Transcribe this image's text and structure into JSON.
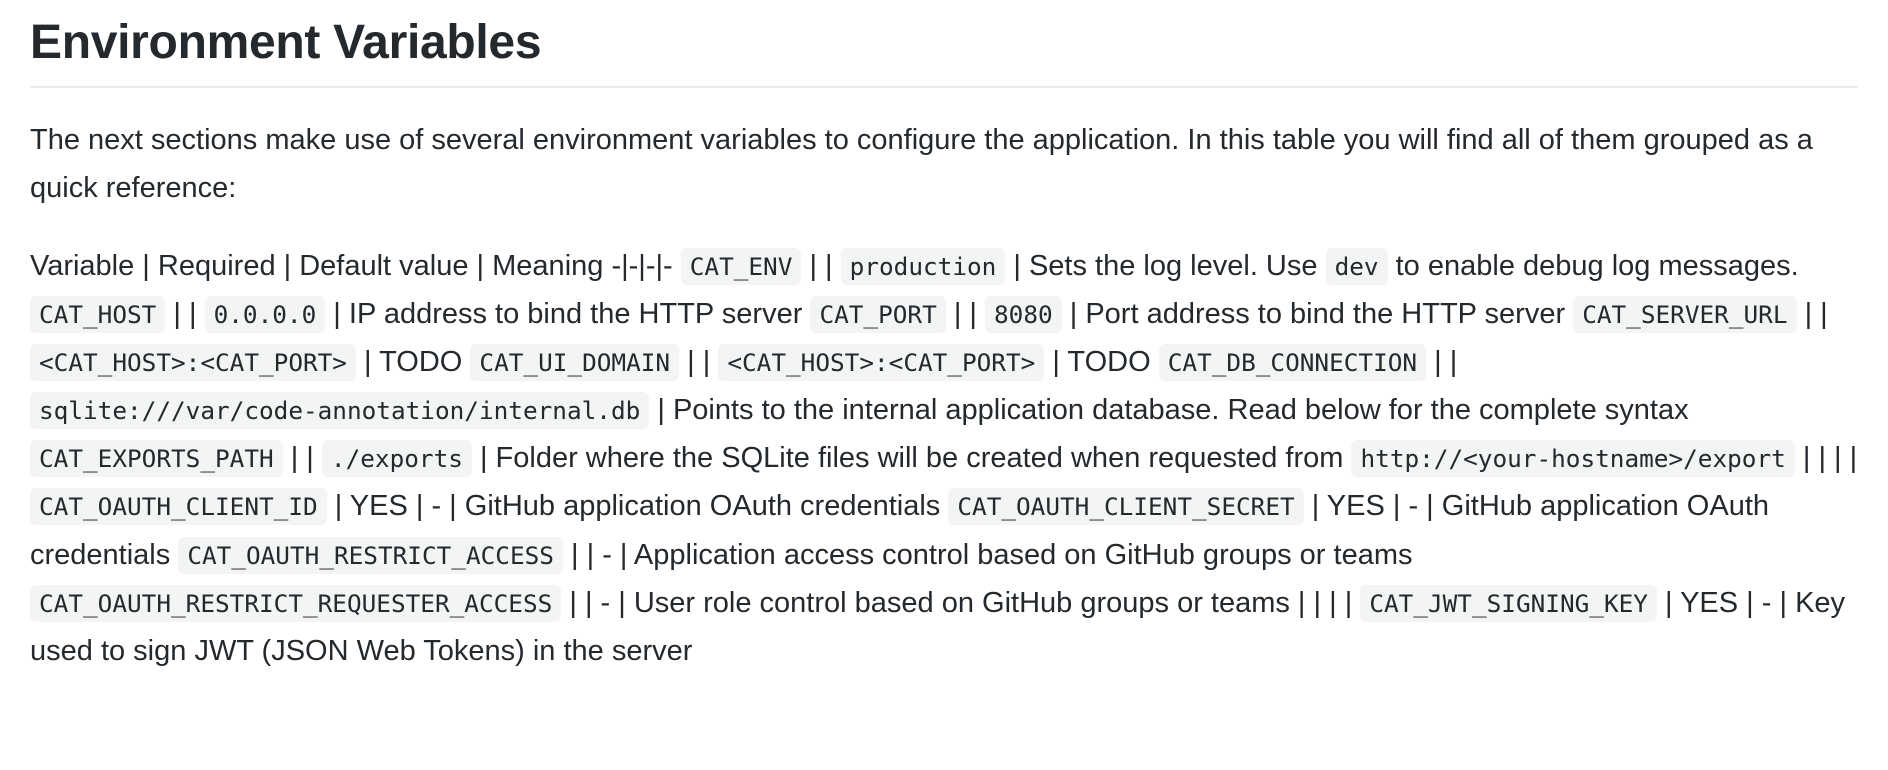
{
  "theme": {
    "text": "#24292e",
    "code_bg": "#f3f4f4",
    "rule": "#e8eaed",
    "page_bg": "#ffffff"
  },
  "page": {
    "title": "Environment Variables",
    "intro": "The next sections make use of several environment variables to configure the application. In this table you will find all of them grouped as a quick reference:",
    "table_paragraph_segments": [
      {
        "type": "text",
        "value": "Variable | Required | Default value | Meaning -|-|-|- "
      },
      {
        "type": "code",
        "value": "CAT_ENV"
      },
      {
        "type": "text",
        "value": " | | "
      },
      {
        "type": "code",
        "value": "production"
      },
      {
        "type": "text",
        "value": " | Sets the log level. Use "
      },
      {
        "type": "code",
        "value": "dev"
      },
      {
        "type": "text",
        "value": " to enable debug log messages. "
      },
      {
        "type": "code",
        "value": "CAT_HOST"
      },
      {
        "type": "text",
        "value": " | | "
      },
      {
        "type": "code",
        "value": "0.0.0.0"
      },
      {
        "type": "text",
        "value": " | IP address to bind the HTTP server "
      },
      {
        "type": "code",
        "value": "CAT_PORT"
      },
      {
        "type": "text",
        "value": " | | "
      },
      {
        "type": "code",
        "value": "8080"
      },
      {
        "type": "text",
        "value": " | Port address to bind the HTTP server "
      },
      {
        "type": "code",
        "value": "CAT_SERVER_URL"
      },
      {
        "type": "text",
        "value": " | | "
      },
      {
        "type": "code",
        "value": "<CAT_HOST>:<CAT_PORT>"
      },
      {
        "type": "text",
        "value": " | TODO "
      },
      {
        "type": "code",
        "value": "CAT_UI_DOMAIN"
      },
      {
        "type": "text",
        "value": " | | "
      },
      {
        "type": "code",
        "value": "<CAT_HOST>:<CAT_PORT>"
      },
      {
        "type": "text",
        "value": " | TODO "
      },
      {
        "type": "code",
        "value": "CAT_DB_CONNECTION"
      },
      {
        "type": "text",
        "value": " | | "
      },
      {
        "type": "code",
        "value": "sqlite:///var/code-annotation/internal.db"
      },
      {
        "type": "text",
        "value": " | Points to the internal application database. Read below for the complete syntax "
      },
      {
        "type": "code",
        "value": "CAT_EXPORTS_PATH"
      },
      {
        "type": "text",
        "value": " | | "
      },
      {
        "type": "code",
        "value": "./exports"
      },
      {
        "type": "text",
        "value": " | Folder where the SQLite files will be created when requested from "
      },
      {
        "type": "code",
        "value": "http://<your-hostname>/export"
      },
      {
        "type": "text",
        "value": " | | | | "
      },
      {
        "type": "code",
        "value": "CAT_OAUTH_CLIENT_ID"
      },
      {
        "type": "text",
        "value": " | YES | - | GitHub application OAuth credentials "
      },
      {
        "type": "code",
        "value": "CAT_OAUTH_CLIENT_SECRET"
      },
      {
        "type": "text",
        "value": " | YES | - | GitHub application OAuth credentials "
      },
      {
        "type": "code",
        "value": "CAT_OAUTH_RESTRICT_ACCESS"
      },
      {
        "type": "text",
        "value": " | | - | Application access control based on GitHub groups or teams "
      },
      {
        "type": "code",
        "value": "CAT_OAUTH_RESTRICT_REQUESTER_ACCESS"
      },
      {
        "type": "text",
        "value": " | | - | User role control based on GitHub groups or teams | | | | "
      },
      {
        "type": "code",
        "value": "CAT_JWT_SIGNING_KEY"
      },
      {
        "type": "text",
        "value": " | YES | - | Key used to sign JWT (JSON Web Tokens) in the server"
      }
    ]
  }
}
